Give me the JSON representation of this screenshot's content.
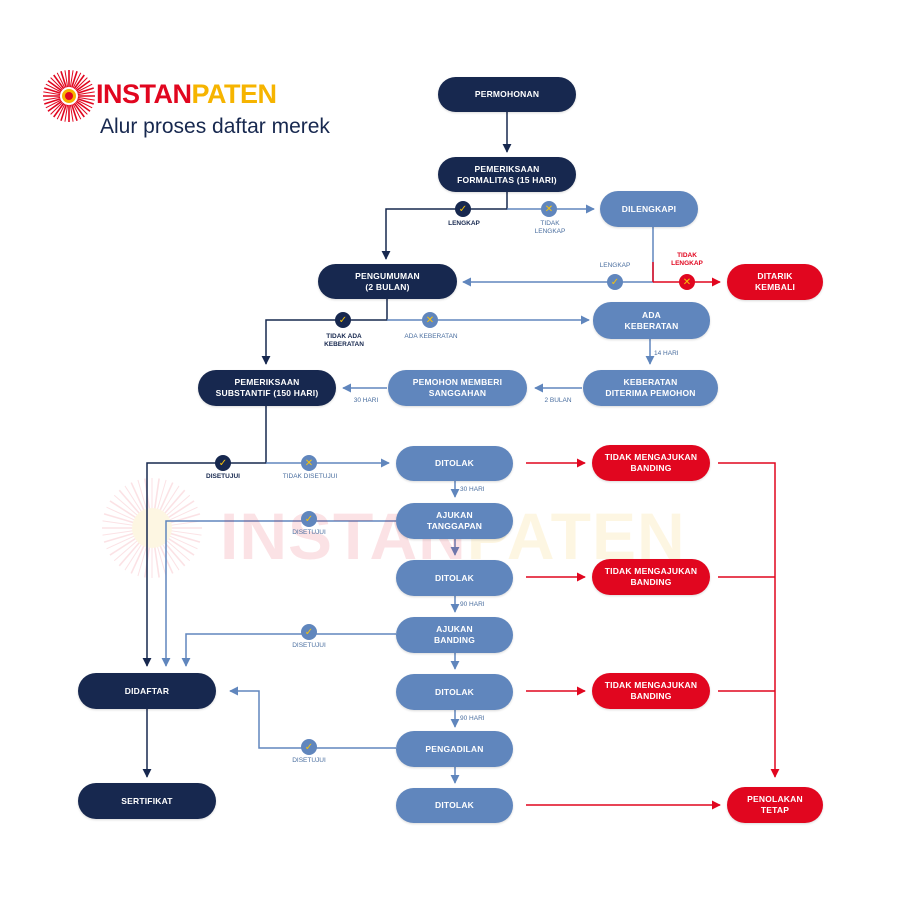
{
  "logo": {
    "part1": "INSTAN",
    "part2": "PATEN"
  },
  "subtitle": "Alur proses daftar merek",
  "watermark": {
    "part1": "INSTAN",
    "part2": "PATEN"
  },
  "nodes": {
    "permohonan": "PERMOHONAN",
    "pemeriksaan_formalitas": "PEMERIKSAAN\nFORMALITAS (15 HARI)",
    "dilengkapi": "DILENGKAPI",
    "ditarik_kembali": "DITARIK\nKEMBALI",
    "pengumuman": "PENGUMUMAN\n(2 BULAN)",
    "ada_keberatan": "ADA\nKEBERATAN",
    "keberatan_diterima": "KEBERATAN\nDITERIMA PEMOHON",
    "pemohon_sanggahan": "PEMOHON MEMBERI\nSANGGAHAN",
    "pemeriksaan_substantif": "PEMERIKSAAN\nSUBSTANTIF (150 HARI)",
    "ditolak_1": "DITOLAK",
    "tidak_banding_1": "TIDAK MENGAJUKAN\nBANDING",
    "ajukan_tanggapan": "AJUKAN\nTANGGAPAN",
    "ditolak_2": "DITOLAK",
    "tidak_banding_2": "TIDAK MENGAJUKAN\nBANDING",
    "ajukan_banding": "AJUKAN\nBANDING",
    "didaftar": "DIDAFTAR",
    "ditolak_3": "DITOLAK",
    "tidak_banding_3": "TIDAK MENGAJUKAN\nBANDING",
    "pengadilan": "PENGADILAN",
    "sertifikat": "SERTIFIKAT",
    "ditolak_4": "DITOLAK",
    "penolakan_tetap": "PENOLAKAN\nTETAP"
  },
  "labels": {
    "lengkap_1": "LENGKAP",
    "tidak_lengkap_1": "TIDAK\nLENGKAP",
    "lengkap_2": "LENGKAP",
    "tidak_lengkap_2": "TIDAK\nLENGKAP",
    "tidak_ada_keberatan": "TIDAK ADA\nKEBERATAN",
    "ada_keberatan": "ADA KEBERATAN",
    "hari_14": "14 HARI",
    "bulan_2": "2 BULAN",
    "hari_30_a": "30 HARI",
    "disetujui_1": "DISETUJUI",
    "tidak_disetujui": "TIDAK DISETUJUI",
    "hari_30_b": "30 HARI",
    "disetujui_2": "DISETUJUI",
    "hari_90_a": "90 HARI",
    "disetujui_3": "DISETUJUI",
    "hari_90_b": "90 HARI",
    "disetujui_4": "DISETUJUI"
  },
  "icons": {
    "check": "✓",
    "cross": "✕",
    "logo_sun": "sun-burst-icon"
  },
  "colors": {
    "dark_navy": "#17284f",
    "mid_blue": "#6086bd",
    "red": "#e1061f",
    "yellow": "#f6b400"
  }
}
